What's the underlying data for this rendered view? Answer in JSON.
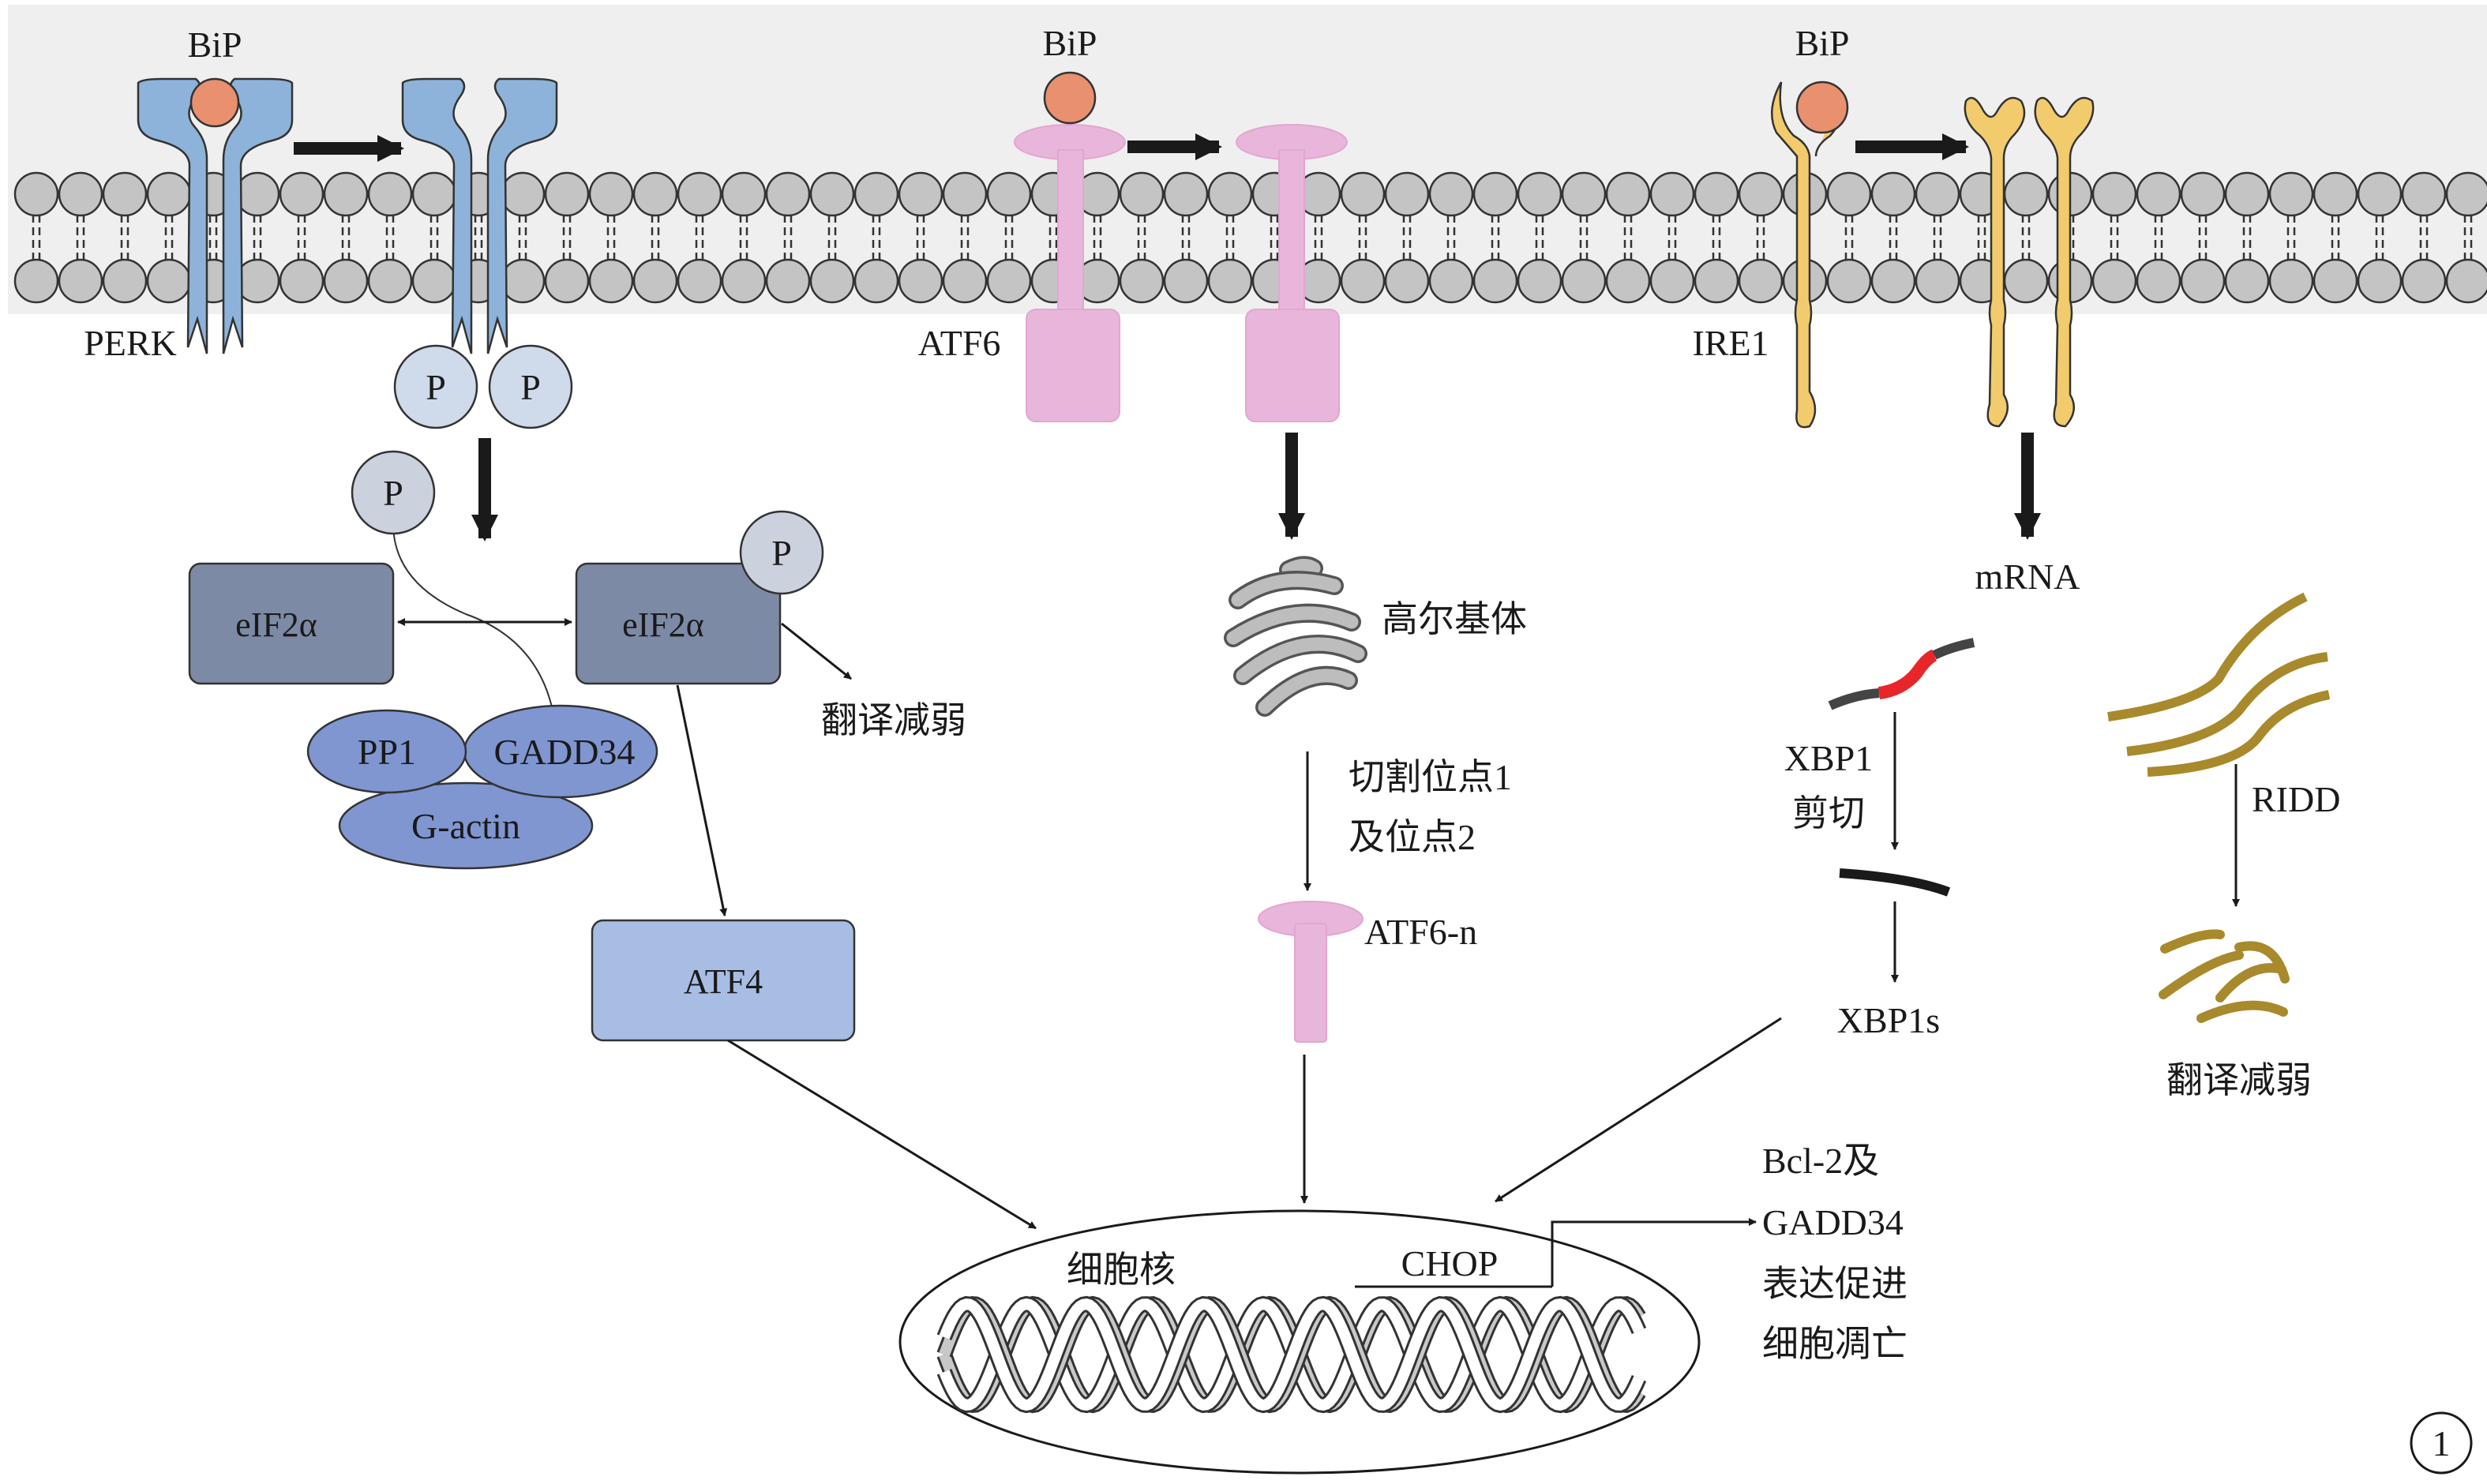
{
  "colors": {
    "membrane_band": "#efefef",
    "lipid_head": "#c4c4c4",
    "perk": "#8db3da",
    "bip": "#e9906e",
    "atf6": "#e8b6da",
    "ire1": "#f2cb6c",
    "phospho": "#cfdaea",
    "eif2a": "#7d8aa6",
    "pp1_complex": "#7f96d1",
    "atf4": "#a7bde4",
    "golgi": "#bdbdbd",
    "xbp1_red": "#e8262a",
    "rna_olive": "#a88a2c"
  },
  "membrane": {
    "bip_labels": [
      "BiP",
      "BiP",
      "BiP"
    ]
  },
  "perk": {
    "label": "PERK",
    "phospho_labels": [
      "P",
      "P"
    ],
    "free_phospho_label": "P",
    "eif2a_left": "eIF2α",
    "eif2a_right": "eIF2α",
    "eif2a_phospho_label": "P",
    "translation_down": "翻译减弱",
    "pp1": "PP1",
    "gadd34": "GADD34",
    "g_actin": "G-actin",
    "atf4": "ATF4"
  },
  "atf6": {
    "label": "ATF6",
    "golgi": "高尔基体",
    "cleavage_line1": "切割位点1",
    "cleavage_line2": "及位点2",
    "atf6n": "ATF6-n"
  },
  "ire1": {
    "label": "IRE1",
    "mrna": "mRNA",
    "xbp1_line1": "XBP1",
    "xbp1_line2": "剪切",
    "xbp1s": "XBP1s",
    "ridd": "RIDD",
    "translation_down": "翻译减弱"
  },
  "nucleus": {
    "label": "细胞核",
    "gene": "CHOP",
    "outcome_lines": [
      "Bcl-2及",
      "GADD34",
      "表达促进",
      "细胞凋亡"
    ]
  },
  "figure_number": "1"
}
